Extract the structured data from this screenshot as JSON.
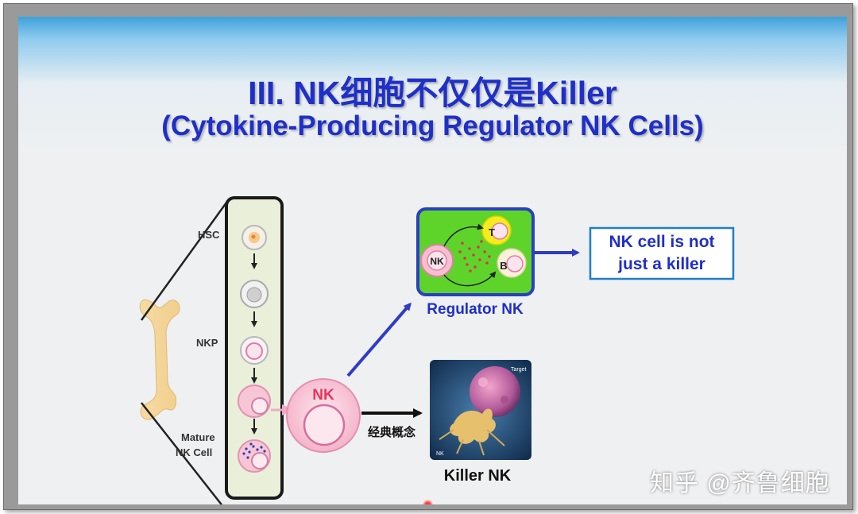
{
  "slide": {
    "title": "III. NK细胞不仅仅是Killer",
    "subtitle": "(Cytokine-Producing Regulator NK Cells)"
  },
  "development": {
    "stages": [
      {
        "label": "HSC"
      },
      {
        "label": ""
      },
      {
        "label": "NKP"
      },
      {
        "label": ""
      },
      {
        "label": "Mature\nNK Cell"
      }
    ]
  },
  "center_cell": {
    "label": "NK"
  },
  "regulator": {
    "caption": "Regulator NK",
    "nk_label": "NK",
    "t_label": "T",
    "b_label": "B"
  },
  "conclusion": {
    "line1": "NK cell is not",
    "line2": "just a killer"
  },
  "killer": {
    "arrow_label": "经典概念",
    "caption": "Killer NK",
    "image_text_target": "Target",
    "image_text_nk": "NK"
  },
  "watermark": {
    "text": "知乎 @齐鲁细胞"
  },
  "colors": {
    "title_blue": "#1f2fc8",
    "arrow_blue": "#2e3cc4",
    "regulator_green": "#5ed42a",
    "cell_pink": "#f7b8cc",
    "cell_yellow": "#f5ec1d"
  }
}
